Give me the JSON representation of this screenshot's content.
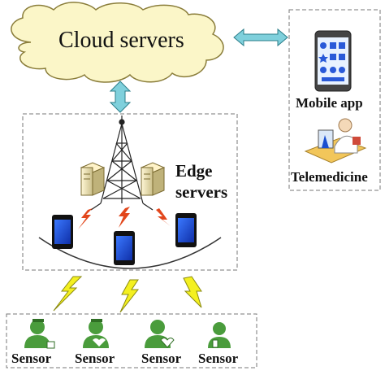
{
  "cloud": {
    "label": "Cloud servers"
  },
  "edge": {
    "label_line1": "Edge",
    "label_line2": "servers"
  },
  "apps": {
    "mobile_label": "Mobile app",
    "telemedicine_label": "Telemedicine"
  },
  "sensors": [
    {
      "label": "Sensor"
    },
    {
      "label": "Sensor"
    },
    {
      "label": "Sensor"
    },
    {
      "label": "Sensor"
    }
  ],
  "colors": {
    "cloud_fill": "#fbf6c8",
    "arrow_fill": "#7fd0dc",
    "phone_screen": "#1f55d8",
    "lightning_red": "#e2461b",
    "lightning_yellow": "#f4f020",
    "sensor_green": "#4a9c3c"
  }
}
